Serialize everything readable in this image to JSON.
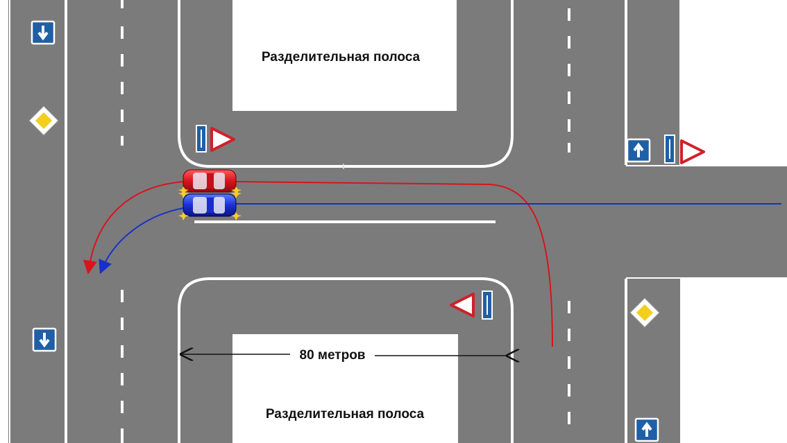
{
  "diagram": {
    "median_label_top": "Разделительная полоса",
    "median_label_bottom": "Разделительная полоса",
    "distance_label": "80 метров"
  },
  "colors": {
    "asphalt": "#7b7b7b",
    "asphalt_dark": "#6e6e6e",
    "marking": "#ffffff",
    "sign_blue": "#1f5fa6",
    "sign_red": "#d0202a",
    "priority_yellow": "#f2cf1a",
    "red_car": "#d9141c",
    "blue_car": "#1b2fd6",
    "red_path": "#d8141c",
    "blue_path": "#1730c8"
  },
  "icons": [
    "one-way-down-sign-icon",
    "priority-road-sign-icon",
    "lane-direction-sign-icon",
    "yield-sign-icon",
    "one-way-up-sign-icon",
    "car-icon",
    "hazard-light-icon",
    "arrow-head-icon"
  ]
}
